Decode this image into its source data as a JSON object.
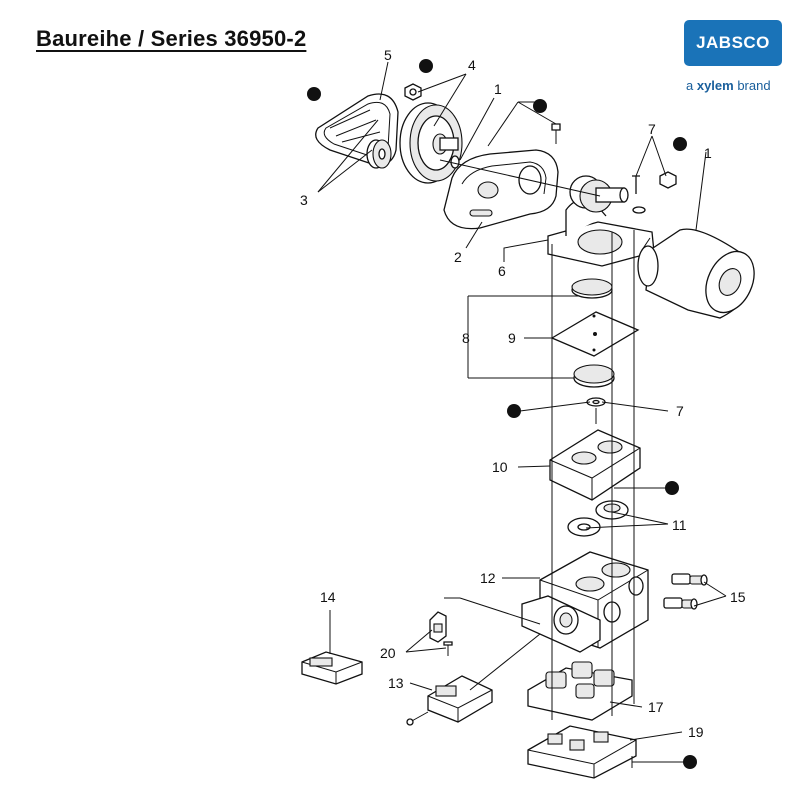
{
  "header": {
    "title": "Baureihe / Series 36950-2",
    "logo_text": "JABSCO",
    "tagline_prefix": "a ",
    "tagline_brand": "xylem",
    "tagline_suffix": " brand"
  },
  "callouts": {
    "c5": "5",
    "c4": "4",
    "c1a": "1",
    "c7a": "7",
    "c1b": "1",
    "c3": "3",
    "c2": "2",
    "c6": "6",
    "c8": "8",
    "c9": "9",
    "c7b": "7",
    "c10": "10",
    "c11": "11",
    "c12": "12",
    "c15": "15",
    "c14": "14",
    "c20": "20",
    "c13": "13",
    "c17": "17",
    "c19": "19"
  },
  "colors": {
    "logo_bg": "#1a73b8",
    "tagline": "#1a5f9c",
    "ink": "#111111"
  }
}
